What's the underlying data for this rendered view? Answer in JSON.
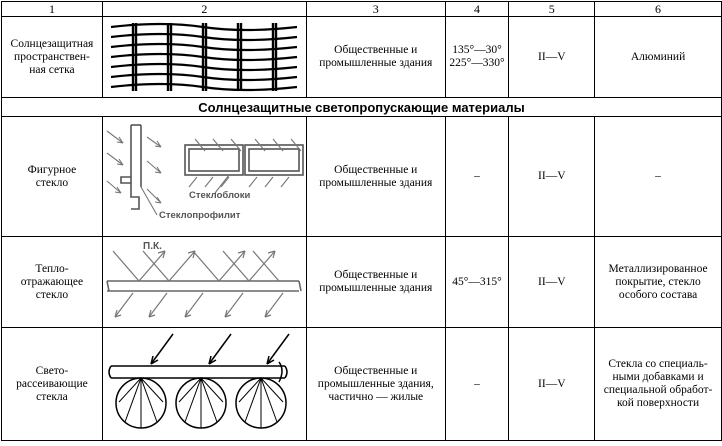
{
  "header": [
    "1",
    "2",
    "3",
    "4",
    "5",
    "6"
  ],
  "section_title": "Солнцезащитные светопропускающие материалы",
  "rows": [
    {
      "name": "Солнцезащитная\nпространствен-\nная сетка",
      "use": "Общественные и\nпромышленные здания",
      "angles": "135°—30°\n225°—330°",
      "zones": "II—V",
      "material": "Алюминий"
    },
    {
      "name": "Фигурное\nстекло",
      "use": "Общественные и\nпромышленные здания",
      "angles": "–",
      "zones": "II—V",
      "material": "–",
      "labels": [
        "Стеклоблоки",
        "Стеклопрофилит"
      ]
    },
    {
      "name": "Тепло-\nотражающее\nстекло",
      "use": "Общественные и\nпромышленные здания",
      "angles": "45°—315°",
      "zones": "II—V",
      "material": "Металлизированное\nпокрытие, стекло\nособого состава",
      "labels": [
        "П.К."
      ]
    },
    {
      "name": "Свето-\nрассеивающие\nстекла",
      "use": "Общественные и\nпромышленные здания,\nчастично — жилые",
      "angles": "–",
      "zones": "II—V",
      "material": "Стекла со специаль-\nными добавками и\nспециальной обработ-\nкой поверхности"
    }
  ]
}
